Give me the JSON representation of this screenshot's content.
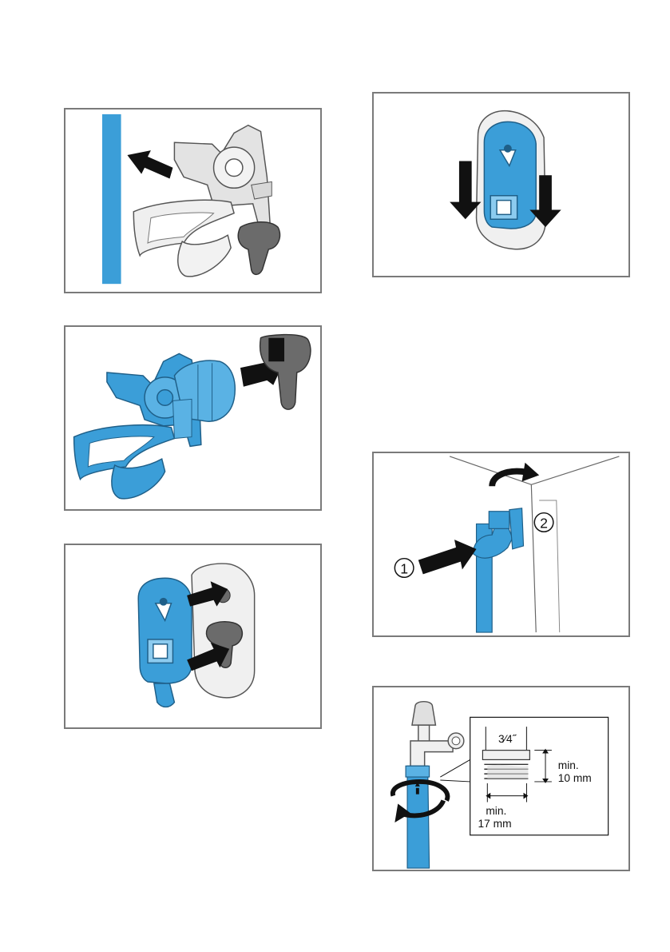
{
  "colors": {
    "accent_blue": "#3b9ed8",
    "light_blue": "#8ccbef",
    "panel_border": "#7a7a7a",
    "gray_fill": "#dcdcdc",
    "dark_gray": "#6b6b6b"
  },
  "figures": {
    "step_tap": {
      "callout_1": "1",
      "callout_2": "2"
    },
    "step_hose_connection": {
      "thread_size": "3⁄4˝",
      "height_label_line1": "min.",
      "height_label_line2": "10 mm",
      "width_label_line1": "min.",
      "width_label_line2": "17 mm"
    }
  },
  "icons": [
    "arrow-icon",
    "rotate-arrow-icon",
    "tap-icon",
    "hose-icon",
    "bracket-icon",
    "wall-plug-icon"
  ]
}
